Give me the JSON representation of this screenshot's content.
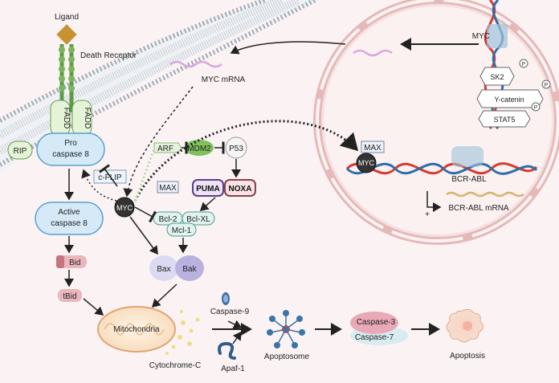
{
  "labels": {
    "ligand": "Ligand",
    "death_receptor": "Death Receptor",
    "fadd": "FADD",
    "rip": "RIP",
    "pro_caspase8_line1": "Pro",
    "pro_caspase8_line2": "caspase 8",
    "cflip": "c-FLIP",
    "active_caspase8_line1": "Active",
    "active_caspase8_line2": "caspase 8",
    "bid": "Bid",
    "tbid": "tBid",
    "mitochondria": "Mitochondria",
    "cytochrome_c": "Cytochrome-C",
    "myc_mrna": "MYC mRNA",
    "myc": "MYC",
    "arf": "ARF",
    "mdm2": "MDM2",
    "p53": "P53",
    "max": "MAX",
    "puma": "PUMA",
    "noxa": "NOXA",
    "bcl2": "Bcl-2",
    "bclxl": "Bcl-XL",
    "mcl1": "Mcl-1",
    "bax": "Bax",
    "bak": "Bak",
    "caspase9": "Caspase-9",
    "apaf1": "Apaf-1",
    "apoptosome": "Apoptosome",
    "caspase3": "Caspase-3",
    "caspase7": "Caspase-7",
    "apoptosis": "Apoptosis",
    "nucleus_myc": "MYC",
    "sk2": "SK2",
    "ycatenin": "Y-catenin",
    "stat5": "STAT5",
    "p": "P",
    "nuc_max": "MAX",
    "nuc_myc": "MYC",
    "bcr_abl": "BCR-ABL",
    "bcr_abl_mrna": "BCR-ABL mRNA",
    "plus": "+"
  },
  "colors": {
    "background": "#fbf3f3",
    "membrane": "#b8c2cc",
    "receptor": "#5c9a4a",
    "ligand": "#c89232",
    "caspase_fill": "#d5e9f7",
    "caspase_stroke": "#5a9fcf",
    "bid": "#d98d97",
    "myc": "#333333",
    "nucleus": "#f4d9d9",
    "dna_red": "#d63a2f",
    "dna_blue": "#2f6da8"
  }
}
